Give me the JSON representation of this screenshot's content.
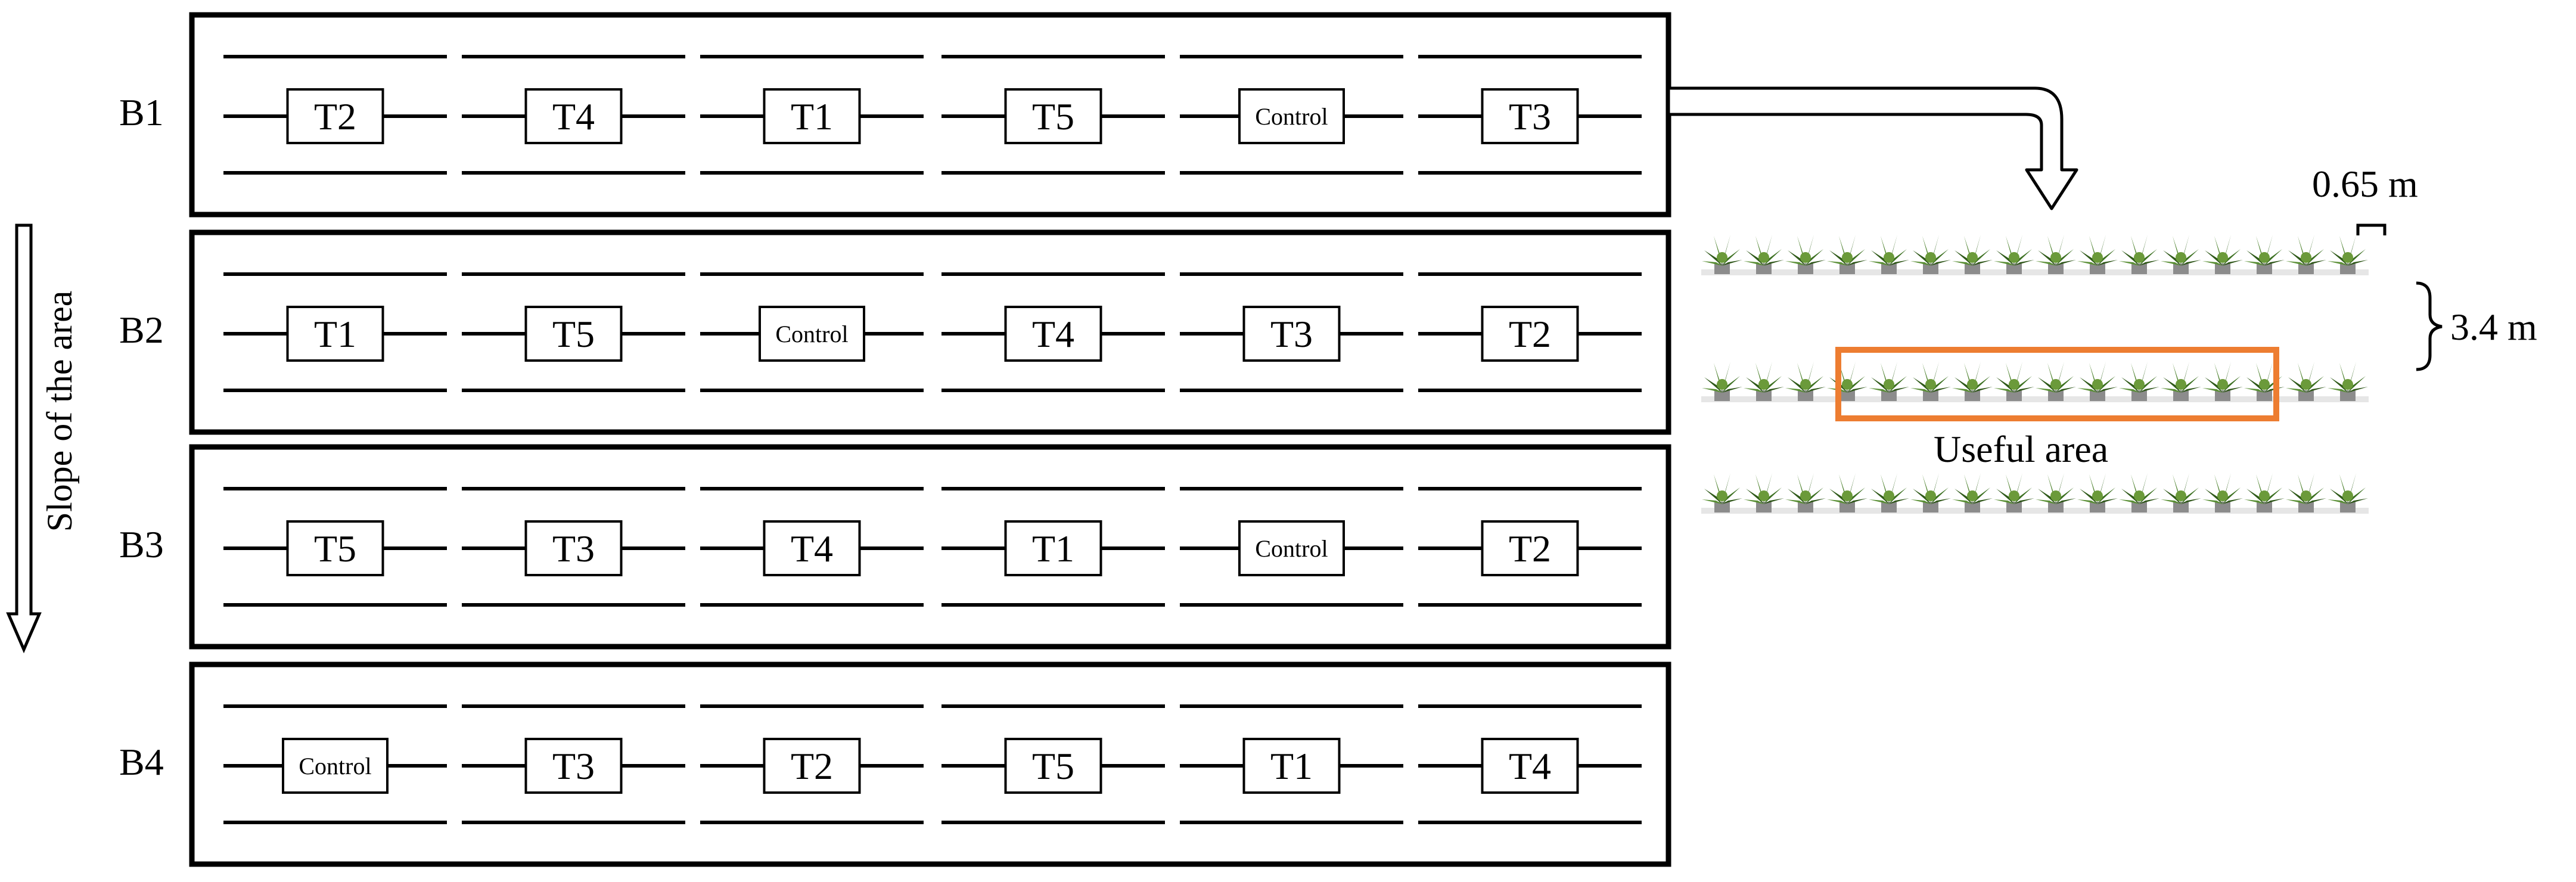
{
  "blocks": [
    {
      "label": "B1",
      "plots": [
        "T2",
        "T4",
        "T1",
        "T5",
        "Control",
        "T3"
      ]
    },
    {
      "label": "B2",
      "plots": [
        "T1",
        "T5",
        "Control",
        "T4",
        "T3",
        "T2"
      ]
    },
    {
      "label": "B3",
      "plots": [
        "T5",
        "T3",
        "T4",
        "T1",
        "Control",
        "T2"
      ]
    },
    {
      "label": "B4",
      "plots": [
        "Control",
        "T3",
        "T2",
        "T5",
        "T1",
        "T4"
      ]
    }
  ],
  "slope_label": "Slope of the area",
  "detail": {
    "plant_spacing": "0.65 m",
    "row_spacing": "3.4 m",
    "useful_area_label": "Useful area",
    "plants_per_row": 16,
    "rows": 3,
    "highlight_color": "#ED7D31",
    "plant_color": "#3E6B1F"
  }
}
